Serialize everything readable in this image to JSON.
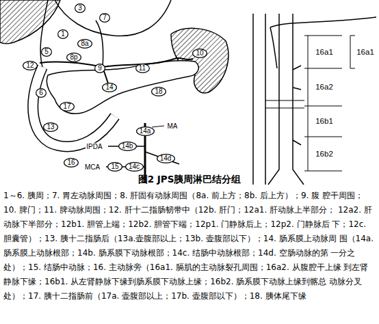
{
  "diagram": {
    "title": "图2 JPS胰周淋巴结分组",
    "caption": "1～6. 胰周；7. 胃左动脉周围；8. 肝固有动脉周围（8a. 前上方；8b. 后上方）；9. 腹 腔干周围；10. 脾门；11. 脾动脉周围；12. 肝十二指肠韧带中（12b. 肝门；12a1. 肝动脉上半部分； 12a2. 肝动脉下半部分；12b1. 胆管上端；12b2. 胆管下端；12p1. 门静脉后上；12p2. 门静脉后 下；12c. 胆囊管）；13. 胰十二指肠后（13a.壶腹部以上；13b. 壶腹部以下）；14. 肠系膜上动脉周 围（14a. 肠系膜上动脉根部；14b. 肠系膜下动脉根部；14c. 结肠中动脉根部；14d. 空肠动脉的第 一分之处）；15. 结肠中动脉；16. 主动脉旁（16a1. 膈肌的主动脉裂孔周围；16a2. 从腹腔干上缘 到左肾静脉下缘；16b1. 从左肾静脉下缘到肠系膜下动脉上缘；16b2. 肠系膜下动脉上缘到髂总 动脉分叉处）；17. 胰十二指肠前（17a. 壶腹部以上；17b. 壶腹部以下）；18. 胰体尾下缘",
    "nodes": [
      {
        "text": [
          "3"
        ]
      },
      {
        "text": [
          "7"
        ]
      },
      {
        "text": [
          "1"
        ]
      },
      {
        "text": [
          "8a"
        ]
      },
      {
        "text": [
          "5"
        ]
      },
      {
        "text": [
          "10"
        ]
      },
      {
        "text": [
          "8p"
        ]
      },
      {
        "text": [
          "12"
        ]
      },
      {
        "text": [
          "9"
        ]
      },
      {
        "text": [
          "11"
        ]
      },
      {
        "text": [
          "14"
        ]
      },
      {
        "text": [
          "18"
        ]
      },
      {
        "text": [
          "6"
        ]
      },
      {
        "text": [
          "17"
        ]
      },
      {
        "text": [
          "13"
        ]
      },
      {
        "text": [
          "14a"
        ]
      },
      {
        "text": [
          "14b"
        ]
      },
      {
        "text": [
          "14d"
        ]
      },
      {
        "text": [
          "16"
        ]
      },
      {
        "text": [
          "15"
        ]
      },
      {
        "text": [
          "14c"
        ]
      }
    ],
    "labels": [
      "MA",
      "IPDA",
      "MCA",
      "16a1",
      "16a2",
      "16b1",
      "16b2",
      "16a1"
    ]
  }
}
